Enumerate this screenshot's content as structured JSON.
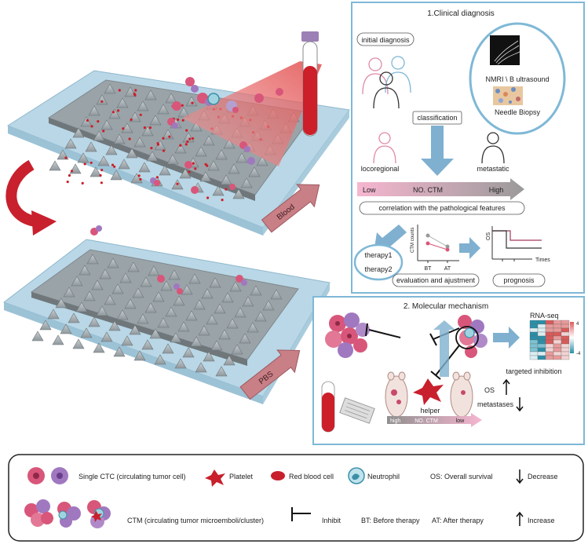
{
  "colors": {
    "panel_border": "#7fb8d6",
    "arrow_blue": "#7fb0d0",
    "chip_slab": "#b9d7e6",
    "chip_surface": "#9aa3a8",
    "red_arrow": "#c8202d",
    "blood_red": "#cc1f2a",
    "pink": "#d8567a",
    "purple": "#a078c0",
    "gradient_low": "#f3a8c4",
    "gradient_high": "#9a9a9a"
  },
  "chip": {
    "blood_label": "Blood",
    "pbs_label": "PBS"
  },
  "clinical": {
    "title": "1.Clinical diagnosis",
    "initial_diagnosis": "initial diagnosis",
    "imaging": "NMRI \\ B ultrasound",
    "biopsy": "Needle Biopsy",
    "classification": "classification",
    "locoregional": "locoregional",
    "metastatic": "metastatic",
    "low": "Low",
    "no_ctm": "NO. CTM",
    "high": "High",
    "correlation": "correlation with the pathological features",
    "therapy1": "therapy1",
    "therapy2": "therapy2",
    "ctm_axis": "CTM counts",
    "bt": "BT",
    "at": "AT",
    "evaluation": "evaluation and ajustment",
    "os_axis": "OS",
    "times_axis": "Times",
    "prognosis": "prognosis"
  },
  "molecular": {
    "title": "2. Molecular mechanism",
    "rna_seq": "RNA-seq",
    "scale_max": "4",
    "scale_min": "-4",
    "targeted_inhibition": "targeted inhibition",
    "helper": "helper",
    "os": "OS",
    "metastases": "metastases",
    "high": "high",
    "no_ctm": "NO. CTM",
    "low": "low"
  },
  "legend": {
    "single_ctc": "Single CTC (circulating tumor cell)",
    "platelet": "Platelet",
    "rbc": "Red blood cell",
    "neutrophil": "Neutrophil",
    "os_def": "OS:  Overall survival",
    "decrease": "Decrease",
    "ctm": "CTM (circulating tumor microemboli/cluster)",
    "inhibit": "Inhibit",
    "bt_def": "BT:  Before therapy",
    "at_def": "AT:  After therapy",
    "increase": "Increase"
  }
}
